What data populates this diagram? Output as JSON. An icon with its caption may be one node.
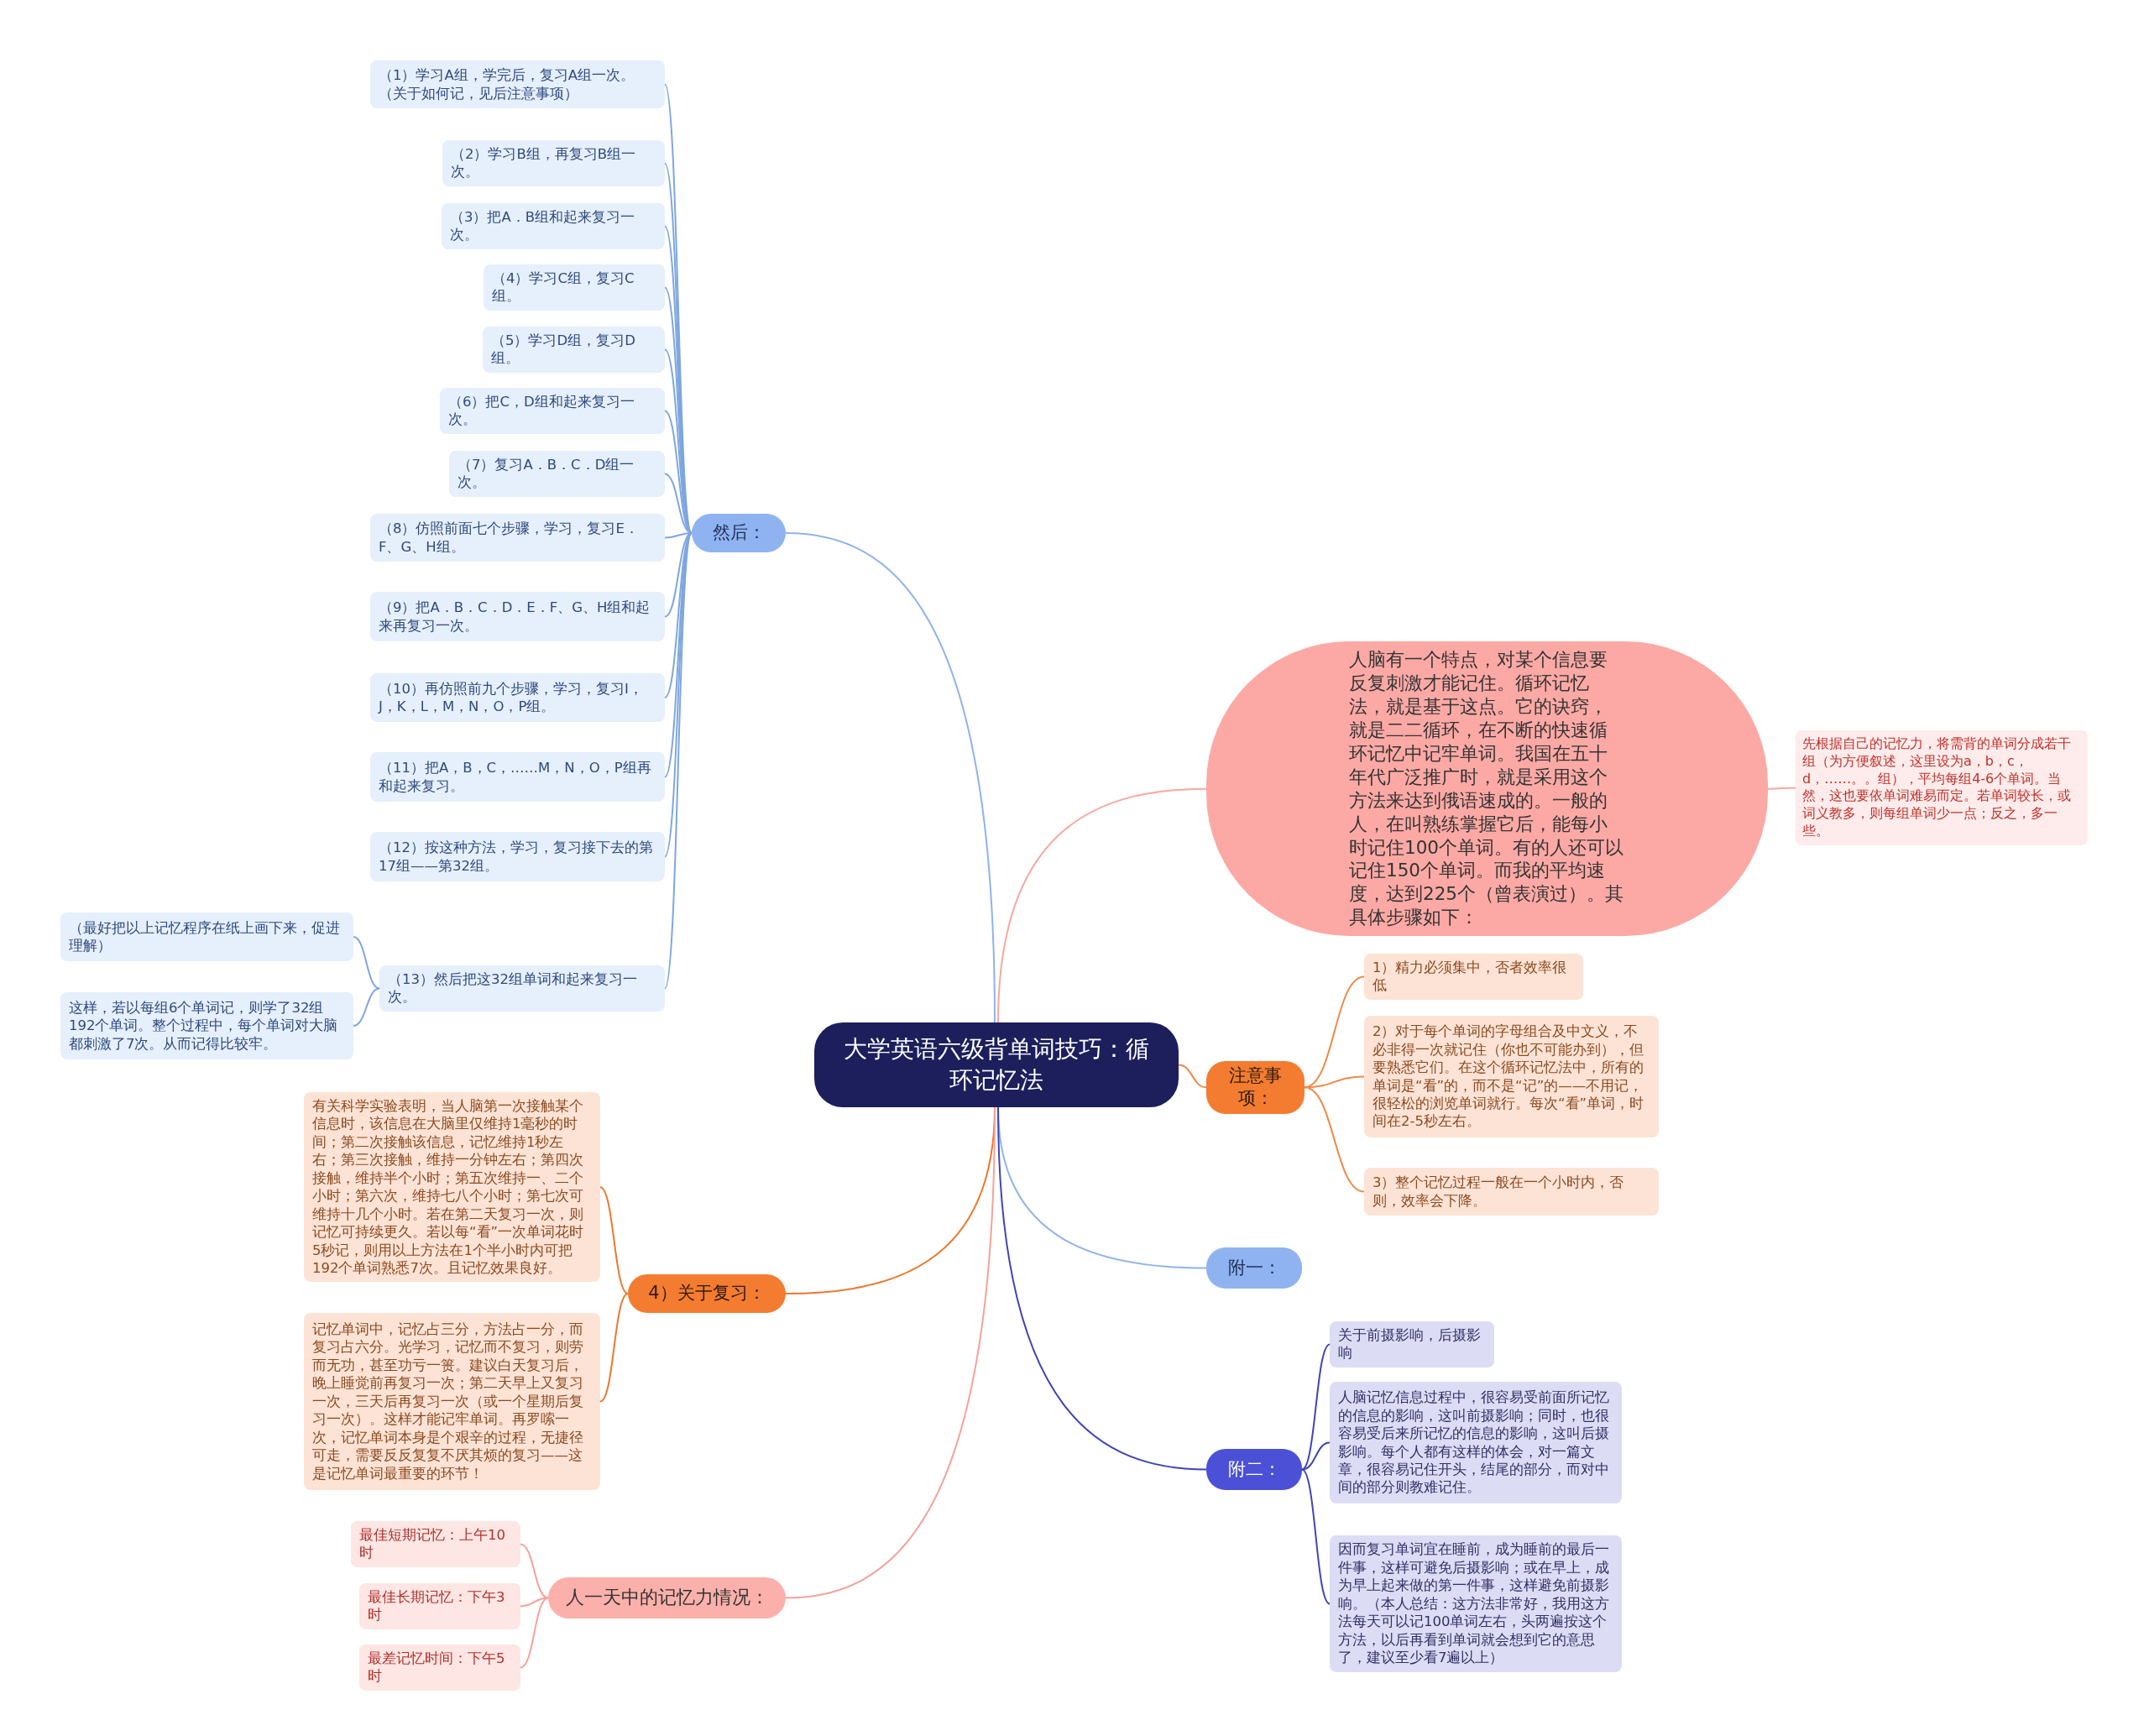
{
  "diagram": {
    "nodes": [
      {
        "text": [
          "大学英语六级背单词技巧：循环记忆法"
        ]
      },
      {
        "text": [
          "然后："
        ]
      },
      {
        "text": [
          "（1）学习A组，学完后，复习A组一次。（关于如何记，见后注意事项）"
        ]
      },
      {
        "text": [
          "（2）学习B组，再复习B组一次。"
        ]
      },
      {
        "text": [
          "（3）把A．B组和起来复习一次。"
        ]
      },
      {
        "text": [
          "（4）学习C组，复习C组。"
        ]
      },
      {
        "text": [
          "（5）学习D组，复习D组。"
        ]
      },
      {
        "text": [
          "（6）把C，D组和起来复习一次。"
        ]
      },
      {
        "text": [
          "（7）复习A．B．C．D组一次。"
        ]
      },
      {
        "text": [
          "（8）仿照前面七个步骤，学习，复习E．F、G、H组。"
        ]
      },
      {
        "text": [
          "（9）把A．B．C．D．E．F、G、H组和起来再复习一次。"
        ]
      },
      {
        "text": [
          "（10）再仿照前九个步骤，学习，复习I，J，K，L，M，N，O，P组。"
        ]
      },
      {
        "text": [
          "（11）把A，B，C，……M，N，O，P组再和起来复习。"
        ]
      },
      {
        "text": [
          "（12）按这种方法，学习，复习接下去的第17组——第32组。"
        ]
      },
      {
        "text": [
          "（13）然后把这32组单词和起来复习一次。"
        ]
      },
      {
        "text": [
          "（最好把以上记忆程序在纸上画下来，促进理解）"
        ]
      },
      {
        "text": [
          "这样，若以每组6个单词记，则学了32组192个单词。整个过程中，每个单词对大脑都刺激了7次。从而记得比较牢。"
        ]
      },
      {
        "text": [
          "人脑有一个特点，对某个信息要反复刺激才能记住。循环记忆法，就是基于这点。它的诀窍，就是二二循环，在不断的快速循环记忆中记牢单词。我国在五十年代广泛推广时，就是采用这个方法来达到俄语速成的。一般的人，在叫熟练掌握它后，能每小时记住100个单词。有的人还可以记住150个单词。而我的平均速度，达到225个（曾表演过）。其具体步骤如下："
        ]
      },
      {
        "text": [
          "先根据自己的记忆力，将需背的单词分成若干组（为方便叙述，这里设为a，b，c，d，……。。组），平均每组4-6个单词。当然，这也要依单词难易而定。若单词较长，或词义教多，则每组单词少一点；反之，多一些。"
        ]
      },
      {
        "text": [
          "注意事项："
        ]
      },
      {
        "text": [
          "1）精力必须集中，否者效率很低"
        ]
      },
      {
        "text": [
          "2）对于每个单词的字母组合及中文义，不必非得一次就记住（你也不可能办到），但要熟悉它们。在这个循环记忆法中，所有的单词是“看”的，而不是“记”的——不用记，很轻松的浏览单词就行。每次“看”单词，时间在2-5秒左右。"
        ]
      },
      {
        "text": [
          "3）整个记忆过程一般在一个小时内，否则，效率会下降。"
        ]
      },
      {
        "text": [
          "附一："
        ]
      },
      {
        "text": [
          "附二："
        ]
      },
      {
        "text": [
          "关于前摄影响，后摄影响"
        ]
      },
      {
        "text": [
          "人脑记忆信息过程中，很容易受前面所记忆的信息的影响，这叫前摄影响；同时，也很容易受后来所记忆的信息的影响，这叫后摄影响。每个人都有这样的体会，对一篇文章，很容易记住开头，结尾的部分，而对中间的部分则教难记住。"
        ]
      },
      {
        "text": [
          "因而复习单词宜在睡前，成为睡前的最后一件事，这样可避免后摄影响；或在早上，成为早上起来做的第一件事，这样避免前摄影响。（本人总结：这方法非常好，我用这方法每天可以记100单词左右，头两遍按这个方法，以后再看到单词就会想到它的意思了，建议至少看7遍以上）"
        ]
      },
      {
        "text": [
          "4）关于复习："
        ]
      },
      {
        "text": [
          "有关科学实验表明，当人脑第一次接触某个信息时，该信息在大脑里仅维持1毫秒的时间；第二次接触该信息，记忆维持1秒左右；第三次接触，维持一分钟左右；第四次接触，维持半个小时；第五次维持一、二个小时；第六次，维持七八个小时；第七次可维持十几个小时。若在第二天复习一次，则记忆可持续更久。若以每“看”一次单词花时5秒记，则用以上方法在1个半小时内可把192个单词熟悉7次。且记忆效果良好。"
        ]
      },
      {
        "text": [
          "记忆单词中，记忆占三分，方法占一分，而复习占六分。光学习，记忆而不复习，则劳而无功，甚至功亏一篑。建议白天复习后，晚上睡觉前再复习一次；第二天早上又复习一次，三天后再复习一次（或一个星期后复习一次）。这样才能记牢单词。再罗嗦一次，记忆单词本身是个艰辛的过程，无捷径可走，需要反反复复不厌其烦的复习——这是记忆单词最重要的环节！"
        ]
      },
      {
        "text": [
          "人一天中的记忆力情况："
        ]
      },
      {
        "text": [
          "最佳短期记忆：上午10时"
        ]
      },
      {
        "text": [
          "最佳长期记忆：下午3时"
        ]
      },
      {
        "text": [
          "最差记忆时间：下午5时"
        ]
      }
    ],
    "edges": [
      {
        "from": 0,
        "to": 1,
        "arrow": "none",
        "color": "#8fb3ea"
      },
      {
        "from": 1,
        "to": 2,
        "arrow": "none",
        "color": "#7ea6e0"
      },
      {
        "from": 1,
        "to": 3,
        "arrow": "none",
        "color": "#7ea6e0"
      },
      {
        "from": 1,
        "to": 4,
        "arrow": "none",
        "color": "#7ea6e0"
      },
      {
        "from": 1,
        "to": 5,
        "arrow": "none",
        "color": "#7ea6e0"
      },
      {
        "from": 1,
        "to": 6,
        "arrow": "none",
        "color": "#7ea6e0"
      },
      {
        "from": 1,
        "to": 7,
        "arrow": "none",
        "color": "#7ea6e0"
      },
      {
        "from": 1,
        "to": 8,
        "arrow": "none",
        "color": "#7ea6e0"
      },
      {
        "from": 1,
        "to": 9,
        "arrow": "none",
        "color": "#7ea6e0"
      },
      {
        "from": 1,
        "to": 10,
        "arrow": "none",
        "color": "#7ea6e0"
      },
      {
        "from": 1,
        "to": 11,
        "arrow": "none",
        "color": "#7ea6e0"
      },
      {
        "from": 1,
        "to": 12,
        "arrow": "none",
        "color": "#7ea6e0"
      },
      {
        "from": 1,
        "to": 13,
        "arrow": "none",
        "color": "#7ea6e0"
      },
      {
        "from": 1,
        "to": 14,
        "arrow": "none",
        "color": "#7ea6e0"
      },
      {
        "from": 14,
        "to": 15,
        "arrow": "none",
        "color": "#7ea6e0"
      },
      {
        "from": 14,
        "to": 16,
        "arrow": "none",
        "color": "#7ea6e0"
      },
      {
        "from": 0,
        "to": 17,
        "arrow": "none",
        "color": "#f4a8a0"
      },
      {
        "from": 17,
        "to": 18,
        "arrow": "none",
        "color": "#f4a8a0"
      },
      {
        "from": 0,
        "to": 19,
        "arrow": "none",
        "color": "#ee8a4a"
      },
      {
        "from": 19,
        "to": 20,
        "arrow": "none",
        "color": "#ee8a4a"
      },
      {
        "from": 19,
        "to": 21,
        "arrow": "none",
        "color": "#ee8a4a"
      },
      {
        "from": 19,
        "to": 22,
        "arrow": "none",
        "color": "#ee8a4a"
      },
      {
        "from": 0,
        "to": 23,
        "arrow": "none",
        "color": "#8fb3ea"
      },
      {
        "from": 0,
        "to": 24,
        "arrow": "none",
        "color": "#3f44b8"
      },
      {
        "from": 24,
        "to": 25,
        "arrow": "none",
        "color": "#3f44b8"
      },
      {
        "from": 24,
        "to": 26,
        "arrow": "none",
        "color": "#3f44b8"
      },
      {
        "from": 24,
        "to": 27,
        "arrow": "none",
        "color": "#3f44b8"
      },
      {
        "from": 0,
        "to": 28,
        "arrow": "none",
        "color": "#e8792e"
      },
      {
        "from": 28,
        "to": 29,
        "arrow": "none",
        "color": "#e8792e"
      },
      {
        "from": 28,
        "to": 30,
        "arrow": "none",
        "color": "#e8792e"
      },
      {
        "from": 0,
        "to": 31,
        "arrow": "none",
        "color": "#f3a29a"
      },
      {
        "from": 31,
        "to": 32,
        "arrow": "none",
        "color": "#f3a29a"
      },
      {
        "from": 31,
        "to": 33,
        "arrow": "none",
        "color": "#f3a29a"
      },
      {
        "from": 31,
        "to": 34,
        "arrow": "none",
        "color": "#f3a29a"
      }
    ]
  }
}
